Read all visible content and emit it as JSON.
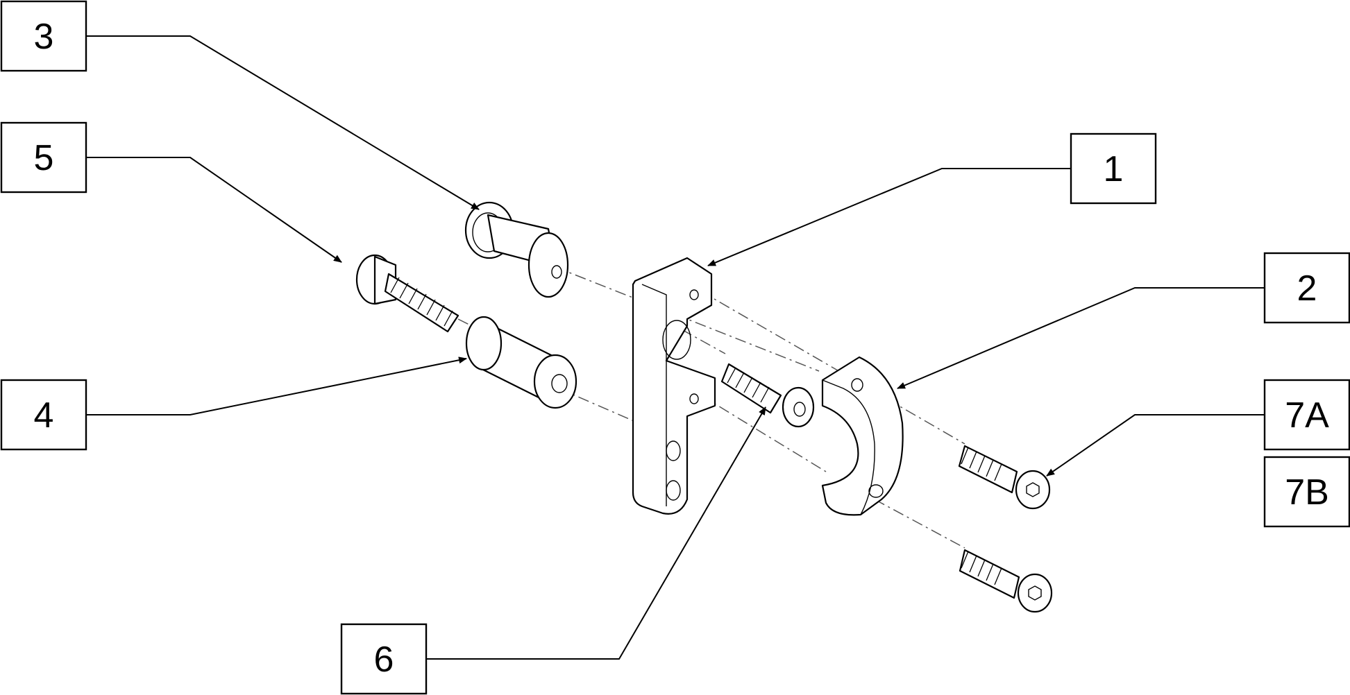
{
  "callouts": [
    {
      "id": "c3",
      "label": "3"
    },
    {
      "id": "c5",
      "label": "5"
    },
    {
      "id": "c4",
      "label": "4"
    },
    {
      "id": "c1",
      "label": "1"
    },
    {
      "id": "c2",
      "label": "2"
    },
    {
      "id": "c7a",
      "label": "7A"
    },
    {
      "id": "c7b",
      "label": "7B"
    },
    {
      "id": "c6",
      "label": "6"
    }
  ],
  "colors": {
    "line": "#000000",
    "axis": "#555555",
    "background": "#ffffff"
  }
}
